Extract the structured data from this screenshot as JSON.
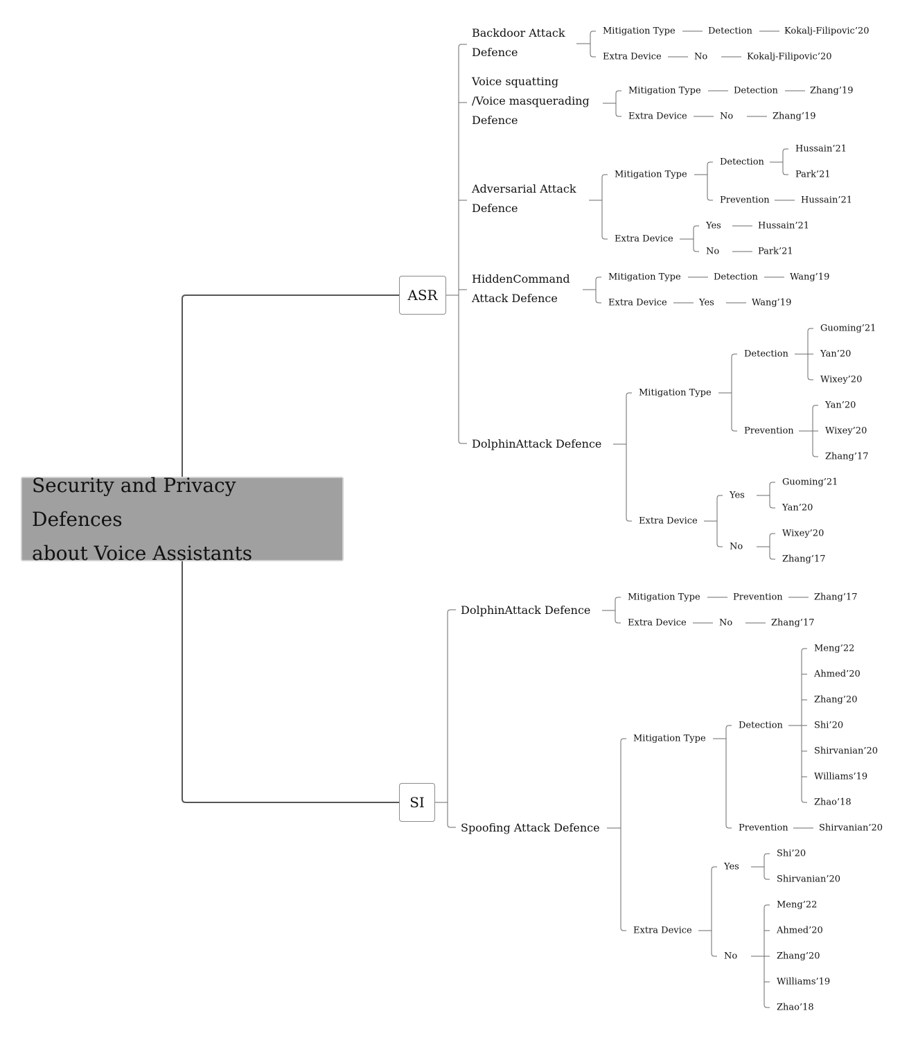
{
  "diagram": {
    "root": "Security and Privacy Defences\nabout Voice Assistants",
    "branches": [
      {
        "label": "ASR",
        "children": [
          {
            "label": "Backdoor Attack\nDefence",
            "children": [
              {
                "label": "Mitigation Type",
                "children": [
                  {
                    "label": "Detection",
                    "children": [
                      {
                        "label": "Kokalj-Filipovic’20"
                      }
                    ]
                  }
                ]
              },
              {
                "label": "Extra Device",
                "children": [
                  {
                    "label": "No",
                    "children": [
                      {
                        "label": "Kokalj-Filipovic’20"
                      }
                    ]
                  }
                ]
              }
            ]
          },
          {
            "label": "Voice squatting\n/Voice masquerading\nDefence",
            "children": [
              {
                "label": "Mitigation Type",
                "children": [
                  {
                    "label": "Detection",
                    "children": [
                      {
                        "label": "Zhang’19"
                      }
                    ]
                  }
                ]
              },
              {
                "label": "Extra Device",
                "children": [
                  {
                    "label": "No",
                    "children": [
                      {
                        "label": "Zhang’19"
                      }
                    ]
                  }
                ]
              }
            ]
          },
          {
            "label": "Adversarial Attack\nDefence",
            "children": [
              {
                "label": "Mitigation Type",
                "children": [
                  {
                    "label": "Detection",
                    "children": [
                      {
                        "label": "Hussain’21"
                      },
                      {
                        "label": "Park’21"
                      }
                    ]
                  },
                  {
                    "label": "Prevention",
                    "children": [
                      {
                        "label": "Hussain’21"
                      }
                    ]
                  }
                ]
              },
              {
                "label": "Extra Device",
                "children": [
                  {
                    "label": "Yes",
                    "children": [
                      {
                        "label": "Hussain’21"
                      }
                    ]
                  },
                  {
                    "label": "No",
                    "children": [
                      {
                        "label": "Park’21"
                      }
                    ]
                  }
                ]
              }
            ]
          },
          {
            "label": "HiddenCommand\nAttack Defence",
            "children": [
              {
                "label": "Mitigation Type",
                "children": [
                  {
                    "label": "Detection",
                    "children": [
                      {
                        "label": "Wang’19"
                      }
                    ]
                  }
                ]
              },
              {
                "label": "Extra Device",
                "children": [
                  {
                    "label": "Yes",
                    "children": [
                      {
                        "label": "Wang’19"
                      }
                    ]
                  }
                ]
              }
            ]
          },
          {
            "label": "DolphinAttack Defence",
            "children": [
              {
                "label": "Mitigation Type",
                "children": [
                  {
                    "label": "Detection",
                    "children": [
                      {
                        "label": "Guoming’21"
                      },
                      {
                        "label": "Yan’20"
                      },
                      {
                        "label": "Wixey’20"
                      }
                    ]
                  },
                  {
                    "label": "Prevention",
                    "children": [
                      {
                        "label": "Yan’20"
                      },
                      {
                        "label": "Wixey’20"
                      },
                      {
                        "label": "Zhang’17"
                      }
                    ]
                  }
                ]
              },
              {
                "label": "Extra Device",
                "children": [
                  {
                    "label": "Yes",
                    "children": [
                      {
                        "label": "Guoming’21"
                      },
                      {
                        "label": "Yan’20"
                      }
                    ]
                  },
                  {
                    "label": "No",
                    "children": [
                      {
                        "label": "Wixey’20"
                      },
                      {
                        "label": "Zhang’17"
                      }
                    ]
                  }
                ]
              }
            ]
          }
        ]
      },
      {
        "label": "SI",
        "children": [
          {
            "label": "DolphinAttack Defence",
            "children": [
              {
                "label": "Mitigation Type",
                "children": [
                  {
                    "label": "Prevention",
                    "children": [
                      {
                        "label": "Zhang’17"
                      }
                    ]
                  }
                ]
              },
              {
                "label": "Extra Device",
                "children": [
                  {
                    "label": "No",
                    "children": [
                      {
                        "label": "Zhang’17"
                      }
                    ]
                  }
                ]
              }
            ]
          },
          {
            "label": "Spoofing Attack Defence",
            "children": [
              {
                "label": "Mitigation Type",
                "children": [
                  {
                    "label": "Detection",
                    "children": [
                      {
                        "label": "Meng’22"
                      },
                      {
                        "label": "Ahmed’20"
                      },
                      {
                        "label": "Zhang’20"
                      },
                      {
                        "label": "Shi’20"
                      },
                      {
                        "label": "Shirvanian’20"
                      },
                      {
                        "label": "Williams’19"
                      },
                      {
                        "label": "Zhao’18"
                      }
                    ]
                  },
                  {
                    "label": "Prevention",
                    "children": [
                      {
                        "label": "Shirvanian’20"
                      }
                    ]
                  }
                ]
              },
              {
                "label": "Extra Device",
                "children": [
                  {
                    "label": "Yes",
                    "children": [
                      {
                        "label": "Shi’20"
                      },
                      {
                        "label": "Shirvanian’20"
                      }
                    ]
                  },
                  {
                    "label": "No",
                    "children": [
                      {
                        "label": "Meng’22"
                      },
                      {
                        "label": "Ahmed’20"
                      },
                      {
                        "label": "Zhang’20"
                      },
                      {
                        "label": "Williams’19"
                      },
                      {
                        "label": "Zhao’18"
                      }
                    ]
                  }
                ]
              }
            ]
          }
        ]
      }
    ]
  }
}
